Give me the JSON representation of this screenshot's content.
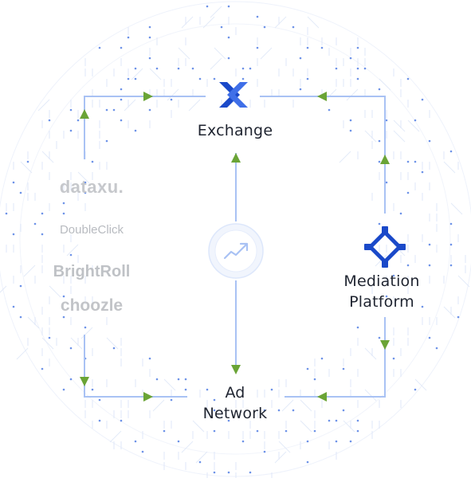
{
  "nodes": {
    "exchange": {
      "label": "Exchange",
      "icon": "exchange-x-icon"
    },
    "mediation": {
      "label_line1": "Mediation",
      "label_line2": "Platform",
      "icon": "mediation-diamond-icon"
    },
    "ad_network": {
      "label_line1": "Ad",
      "label_line2": "Network"
    },
    "center": {
      "icon": "trend-up-icon"
    }
  },
  "brands": [
    "dataxu.",
    "DoubleClick",
    "BrightRoll",
    "choozle"
  ],
  "colors": {
    "line": "#a9c2f4",
    "arrow": "#6aa436",
    "icon_blue": "#1a49c9",
    "dots": "#3d6fe0",
    "label": "#1f2430",
    "brand_gray": "#c6c8cc"
  }
}
